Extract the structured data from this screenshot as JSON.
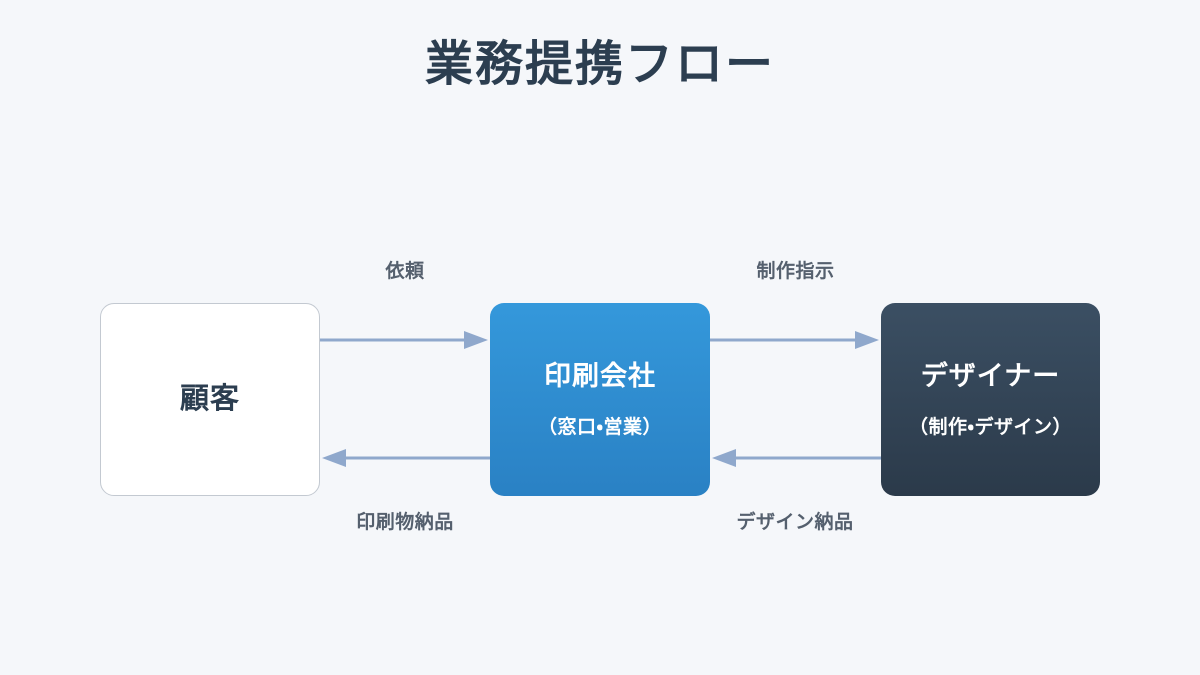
{
  "title": "業務提携フロー",
  "colors": {
    "background": "#f5f7fa",
    "title_text": "#2c3e50",
    "arrow": "#8fa8cc",
    "label_text": "#55606e",
    "node_customer_fill": "#ffffff",
    "node_customer_border": "#c3c9d1",
    "node_printer_fill_top": "#3498db",
    "node_printer_fill_bottom": "#2a81c4",
    "node_designer_fill_top": "#3b4f63",
    "node_designer_fill_bottom": "#2b3a4a"
  },
  "nodes": [
    {
      "id": "customer",
      "title": "顧客",
      "subtitle": ""
    },
    {
      "id": "printer",
      "title": "印刷会社",
      "subtitle": "（窓口・営業）"
    },
    {
      "id": "designer",
      "title": "デザイナー",
      "subtitle": "（制作・デザイン）"
    }
  ],
  "edges": [
    {
      "id": "request",
      "label": "依頼",
      "from": "customer",
      "to": "printer",
      "direction": "right"
    },
    {
      "id": "instruction",
      "label": "制作指示",
      "from": "printer",
      "to": "designer",
      "direction": "right"
    },
    {
      "id": "print-delivery",
      "label": "印刷物納品",
      "from": "printer",
      "to": "customer",
      "direction": "left"
    },
    {
      "id": "design-delivery",
      "label": "デザイン納品",
      "from": "designer",
      "to": "printer",
      "direction": "left"
    }
  ]
}
